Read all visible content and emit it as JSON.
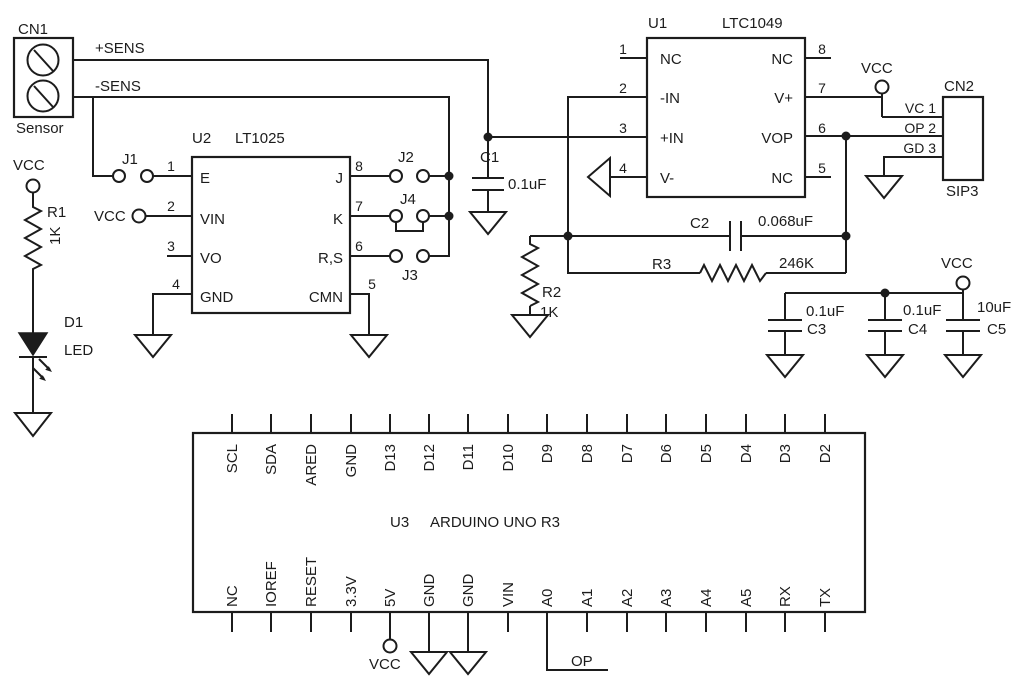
{
  "colors": {
    "ink": "#1c1c1c",
    "background": "#ffffff"
  },
  "nets": {
    "vcc": "VCC",
    "plus_sens": "+SENS",
    "minus_sens": "-SENS",
    "op": "OP"
  },
  "cn1": {
    "ref": "CN1",
    "label": "Sensor"
  },
  "cn2": {
    "ref": "CN2",
    "type": "SIP3",
    "pins": [
      "VC 1",
      "OP 2",
      "GD 3"
    ]
  },
  "jumpers": {
    "j1": "J1",
    "j2": "J2",
    "j3": "J3",
    "j4": "J4"
  },
  "r1": {
    "ref": "R1",
    "value": "1K"
  },
  "r2": {
    "ref": "R2",
    "value": "1K"
  },
  "r3": {
    "ref": "R3",
    "value": "246K"
  },
  "c1": {
    "ref": "C1",
    "value": "0.1uF"
  },
  "c2": {
    "ref": "C2",
    "value": "0.068uF"
  },
  "c3": {
    "ref": "C3",
    "value": "0.1uF"
  },
  "c4": {
    "ref": "C4",
    "value": "0.1uF"
  },
  "c5": {
    "ref": "C5",
    "value": "10uF"
  },
  "d1": {
    "ref": "D1",
    "label": "LED"
  },
  "u1": {
    "ref": "U1",
    "part": "LTC1049",
    "left_pins": [
      {
        "num": "1",
        "name": "NC"
      },
      {
        "num": "2",
        "name": "-IN"
      },
      {
        "num": "3",
        "name": "+IN"
      },
      {
        "num": "4",
        "name": "V-"
      }
    ],
    "right_pins": [
      {
        "num": "8",
        "name": "NC"
      },
      {
        "num": "7",
        "name": "V+"
      },
      {
        "num": "6",
        "name": "VOP"
      },
      {
        "num": "5",
        "name": "NC"
      }
    ]
  },
  "u2": {
    "ref": "U2",
    "part": "LT1025",
    "left_pins": [
      {
        "num": "1",
        "name": "E"
      },
      {
        "num": "2",
        "name": "VIN"
      },
      {
        "num": "3",
        "name": "VO"
      },
      {
        "num": "4",
        "name": "GND"
      }
    ],
    "right_pins": [
      {
        "num": "8",
        "name": "J"
      },
      {
        "num": "7",
        "name": "K"
      },
      {
        "num": "6",
        "name": "R,S"
      },
      {
        "num": "5",
        "name": "CMN"
      }
    ]
  },
  "u3": {
    "ref": "U3",
    "part": "ARDUINO UNO R3",
    "top_pins": [
      "SCL",
      "SDA",
      "ARED",
      "GND",
      "D13",
      "D12",
      "D11",
      "D10",
      "D9",
      "D8",
      "D7",
      "D6",
      "D5",
      "D4",
      "D3",
      "D2"
    ],
    "bottom_pins": [
      "NC",
      "IOREF",
      "RESET",
      "3.3V",
      "5V",
      "GND",
      "GND",
      "VIN",
      "A0",
      "A1",
      "A2",
      "A3",
      "A4",
      "A5",
      "RX",
      "TX"
    ]
  }
}
